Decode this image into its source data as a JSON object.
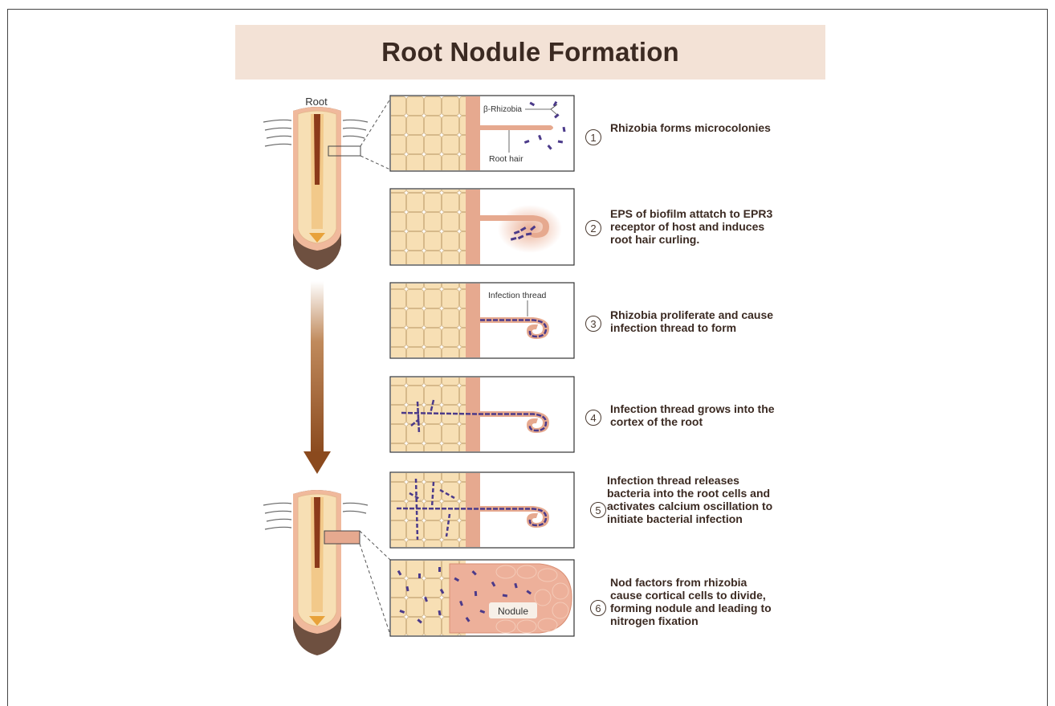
{
  "title": "Root Nodule Formation",
  "root_label": "Root",
  "panel_labels": {
    "rhizobia": "β-Rhizobia",
    "root_hair": "Root hair",
    "infection_thread": "Infection thread",
    "nodule": "Nodule"
  },
  "steps": [
    {
      "num": "1",
      "text": "Rhizobia forms microcolonies"
    },
    {
      "num": "2",
      "text": "EPS of biofilm attatch to EPR3 receptor of host and induces root hair curling."
    },
    {
      "num": "3",
      "text": "Rhizobia proliferate and cause infection thread to form"
    },
    {
      "num": "4",
      "text": "Infection thread grows into the cortex of the root"
    },
    {
      "num": "5",
      "text": "Infection thread releases bacteria into the root cells and activates calcium oscillation to initiate bacterial infection"
    },
    {
      "num": "6",
      "text": "Nod factors from rhizobia cause cortical cells to divide, forming nodule and leading to nitrogen fixation"
    }
  ],
  "colors": {
    "banner": "#f3e2d6",
    "text": "#3b2a22",
    "cell": "#f7dfb4",
    "cell_border": "#d6b98a",
    "epidermis": "#e6a98f",
    "bacteria": "#4b3a8a",
    "arrow": "#8b4a1e"
  }
}
